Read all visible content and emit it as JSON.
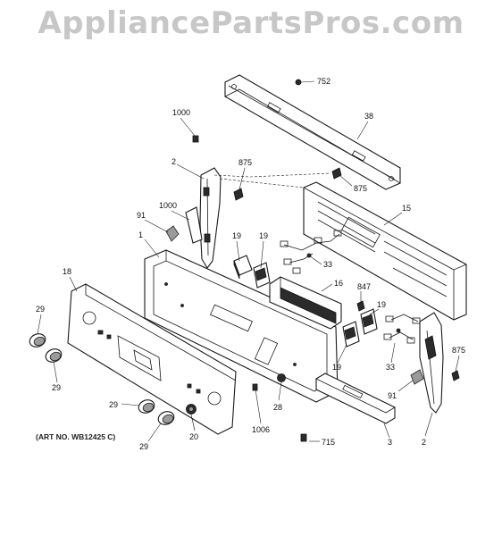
{
  "watermark": "AppliancePartsPros.com",
  "art_number": "(ART NO. WB12425 C)",
  "callouts": {
    "c752": "752",
    "c38": "38",
    "c1000a": "1000",
    "c2a": "2",
    "c875a": "875",
    "c875b": "875",
    "c15": "15",
    "c1000b": "1000",
    "c91a": "91",
    "c1": "1",
    "c19a": "19",
    "c19b": "19",
    "c33a": "33",
    "c18": "18",
    "c16": "16",
    "c847": "847",
    "c19c": "19",
    "c29a": "29",
    "c29b": "29",
    "c19d": "19",
    "c33b": "33",
    "c875c": "875",
    "c91b": "91",
    "c29c": "29",
    "c28": "28",
    "c1006": "1006",
    "c20": "20",
    "c29d": "29",
    "c715": "715",
    "c3": "3",
    "c2b": "2"
  }
}
